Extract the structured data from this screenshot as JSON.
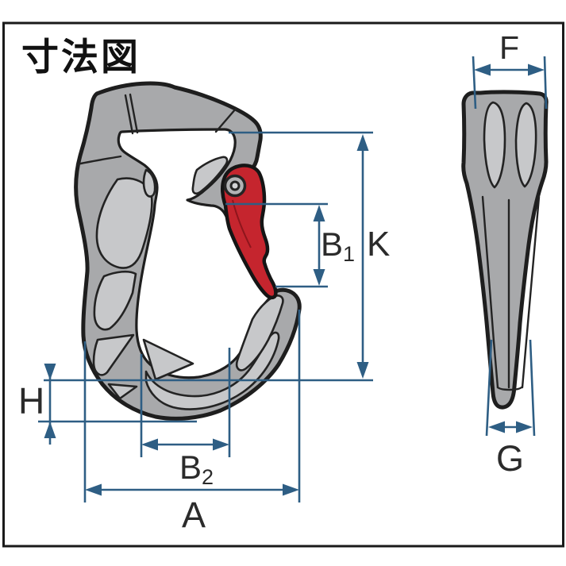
{
  "title": "寸法図",
  "figure": {
    "front_view": "hook-front-view",
    "side_view": "hook-side-view"
  },
  "dimensions": {
    "A": {
      "label": "A"
    },
    "B1": {
      "main": "B",
      "sub": "1"
    },
    "B2": {
      "main": "B",
      "sub": "2"
    },
    "H": {
      "label": "H"
    },
    "K": {
      "label": "K"
    },
    "F": {
      "label": "F"
    },
    "G": {
      "label": "G"
    }
  },
  "colors": {
    "dimension_line": "#2e5e84",
    "hook_body": "#a8a9ab",
    "hook_panel": "#c7c8ca",
    "latch_red": "#c5252e",
    "outline": "#1e1e1e",
    "label_text": "#2b2b2b",
    "frame_border": "#1a1a1a"
  }
}
